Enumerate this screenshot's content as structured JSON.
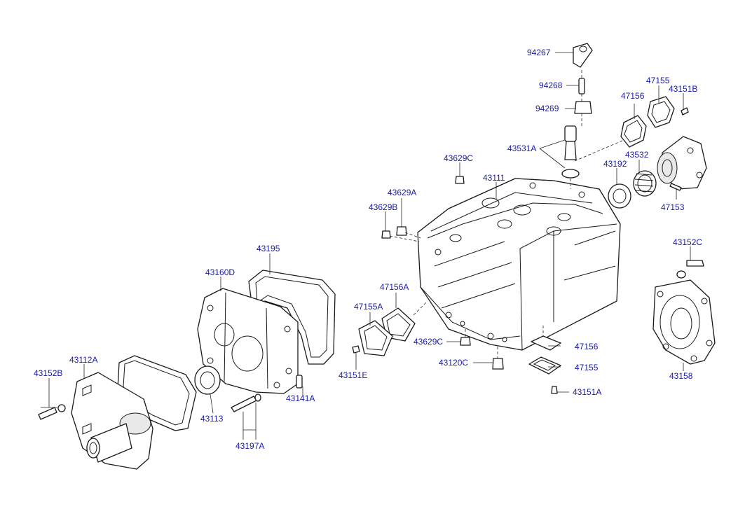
{
  "labels": {
    "p94267": "94267",
    "p94268": "94268",
    "p94269": "94269",
    "p47155_top": "47155",
    "p47156_top": "47156",
    "p43151B": "43151B",
    "p43531A": "43531A",
    "p43629C_top": "43629C",
    "p43111": "43111",
    "p43532": "43532",
    "p43192": "43192",
    "p47153": "47153",
    "p43629A": "43629A",
    "p43629B": "43629B",
    "p43195": "43195",
    "p43160D": "43160D",
    "p47156A": "47156A",
    "p47155A": "47155A",
    "p43152C": "43152C",
    "p43629C_bottom": "43629C",
    "p47156_bottom": "47156",
    "p43151E": "43151E",
    "p43120C": "43120C",
    "p47155_bottom": "47155",
    "p43158": "43158",
    "p43152B": "43152B",
    "p43112A": "43112A",
    "p43141A": "43141A",
    "p43151A": "43151A",
    "p43113": "43113",
    "p43197A": "43197A"
  }
}
